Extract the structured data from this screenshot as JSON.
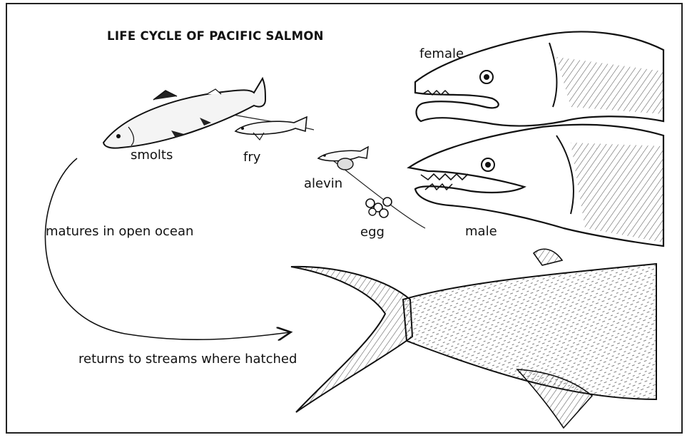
{
  "diagram": {
    "title": "LIFE CYCLE OF PACIFIC SALMON",
    "stages": {
      "female": "female",
      "male": "male",
      "smolts": "smolts",
      "fry": "fry",
      "alevin": "alevin",
      "egg": "egg"
    },
    "cycle": {
      "ocean": "matures in open ocean",
      "return": "returns to streams where hatched"
    }
  }
}
